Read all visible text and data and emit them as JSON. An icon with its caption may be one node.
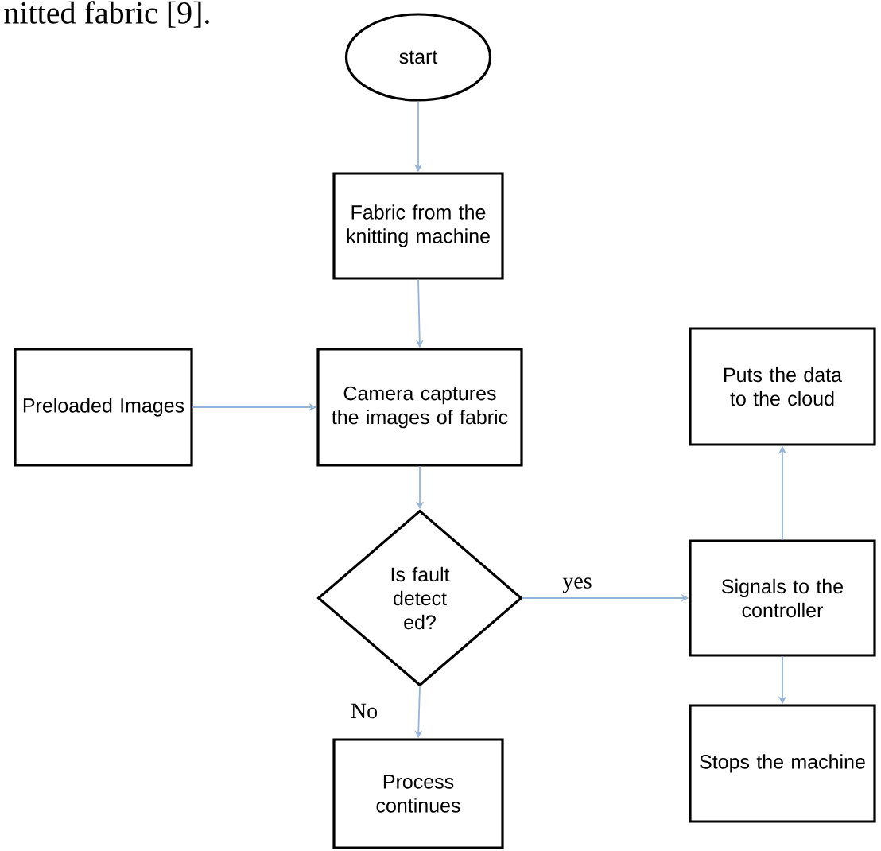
{
  "diagram": {
    "nodes": [
      {
        "text": [
          "start"
        ]
      },
      {
        "text": [
          "Fabric from the knitting machine"
        ]
      },
      {
        "text": [
          "Preloaded Images"
        ]
      },
      {
        "text": [
          "Camera captures the images of fabric"
        ]
      },
      {
        "text": [
          "Is fault detect ed?"
        ]
      },
      {
        "text": [
          "Puts the data to the cloud"
        ]
      },
      {
        "text": [
          "Signals to the controller"
        ]
      },
      {
        "text": [
          "Stops the machine"
        ]
      },
      {
        "text": [
          "Process continues"
        ]
      }
    ],
    "edges": [
      {
        "from": 0,
        "to": 1,
        "arrow": "to"
      },
      {
        "from": 1,
        "to": 3,
        "arrow": "to"
      },
      {
        "from": 2,
        "to": 3,
        "arrow": "to"
      },
      {
        "from": 3,
        "to": 4,
        "arrow": "to"
      },
      {
        "from": 4,
        "to": 6,
        "arrow": "to",
        "label": "yes"
      },
      {
        "from": 6,
        "to": 5,
        "arrow": "to"
      },
      {
        "from": 6,
        "to": 7,
        "arrow": "to"
      },
      {
        "from": 4,
        "to": 8,
        "arrow": "to",
        "label": "No"
      }
    ],
    "labels": [
      "nitted fabric [9]."
    ]
  }
}
